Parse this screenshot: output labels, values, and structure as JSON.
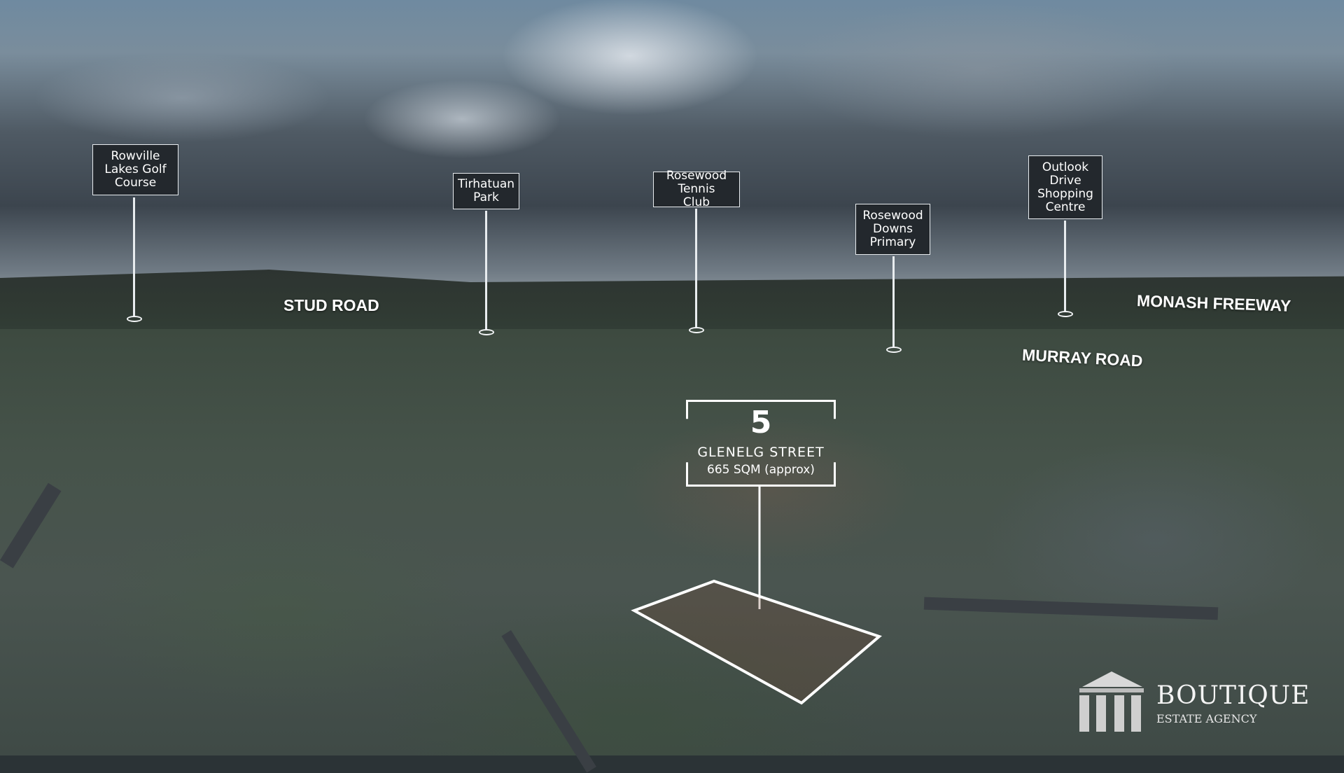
{
  "pins": [
    {
      "label": "Rowville Lakes Golf Course"
    },
    {
      "label": "Tirhatuan Park"
    },
    {
      "label": "Rosewood Tennis Club"
    },
    {
      "label": "Rosewood Downs Primary"
    },
    {
      "label": "Outlook Drive Shopping Centre"
    }
  ],
  "roads": {
    "stud": "STUD ROAD",
    "monash": "MONASH FREEWAY",
    "murray": "MURRAY ROAD"
  },
  "property": {
    "number": "5",
    "street": "GLENELG STREET",
    "area": "665 SQM (approx)"
  },
  "logo": {
    "brand": "BOUTIQUE",
    "subtitle": "ESTATE AGENCY"
  }
}
